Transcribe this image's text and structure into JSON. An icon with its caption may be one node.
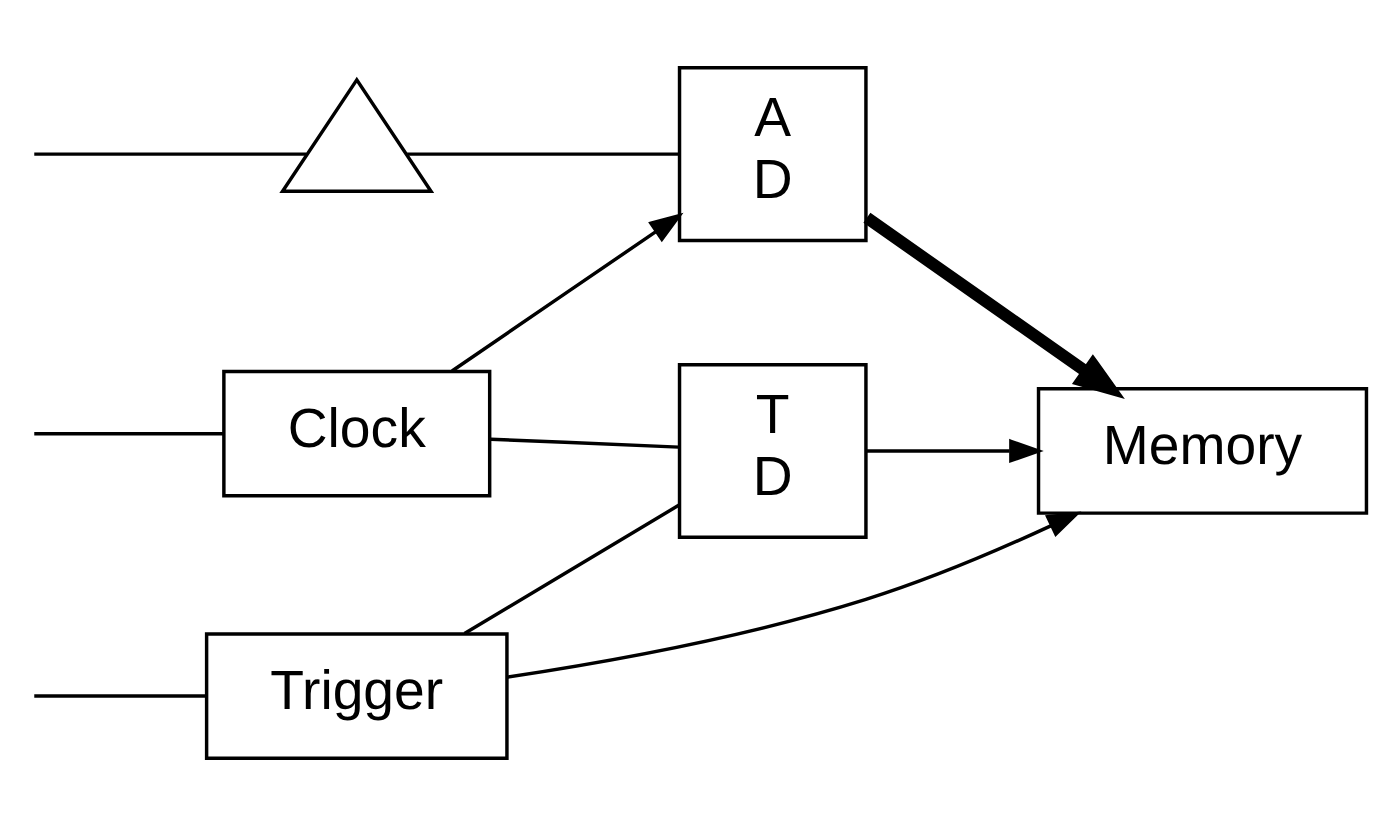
{
  "diagram": {
    "nodes": [
      {
        "text": [],
        "shape": "triangle"
      },
      {
        "text": [
          "A",
          "D"
        ]
      },
      {
        "text": [
          "Memory"
        ]
      },
      {
        "text": [
          "Clock"
        ]
      },
      {
        "text": [
          "Trigger"
        ]
      },
      {
        "text": [
          "T",
          "D"
        ]
      }
    ],
    "edges": [
      {
        "from": null,
        "to": 0,
        "arrow": "none"
      },
      {
        "from": 0,
        "to": 1,
        "arrow": "none"
      },
      {
        "from": 1,
        "to": 2,
        "arrow": "to",
        "style": "thick"
      },
      {
        "from": null,
        "to": 3,
        "arrow": "none"
      },
      {
        "from": 3,
        "to": 1,
        "arrow": "to"
      },
      {
        "from": 3,
        "to": 5,
        "arrow": "none"
      },
      {
        "from": null,
        "to": 4,
        "arrow": "none"
      },
      {
        "from": 4,
        "to": 2,
        "arrow": "to"
      },
      {
        "from": 4,
        "to": 5,
        "arrow": "none"
      },
      {
        "from": 5,
        "to": 2,
        "arrow": "to"
      }
    ]
  }
}
